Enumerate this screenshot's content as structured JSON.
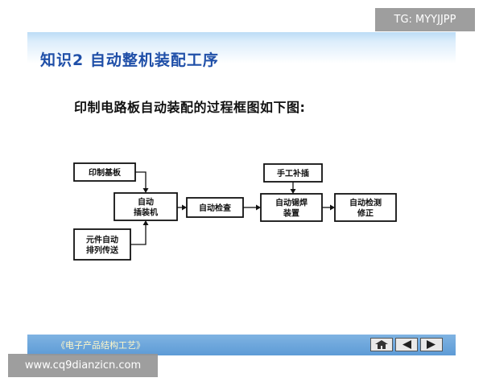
{
  "slide": {
    "title": "知识2   自动整机装配工序",
    "subtitle": "印制电路板自动装配的过程框图如下图:"
  },
  "diagram": {
    "nodes": [
      {
        "id": "pcb-base",
        "lines": [
          "印制基板"
        ]
      },
      {
        "id": "component-feed",
        "lines": [
          "元件自动",
          "排列传送"
        ]
      },
      {
        "id": "auto-insert",
        "lines": [
          "自动",
          "插装机"
        ]
      },
      {
        "id": "auto-inspect",
        "lines": [
          "自动检查"
        ]
      },
      {
        "id": "manual-insert",
        "lines": [
          "手工补插"
        ]
      },
      {
        "id": "auto-solder",
        "lines": [
          "自动锡焊",
          "装置"
        ]
      },
      {
        "id": "auto-test",
        "lines": [
          "自动检测",
          "修正"
        ]
      }
    ],
    "edges": [
      {
        "from": "pcb-base",
        "to": "auto-insert"
      },
      {
        "from": "component-feed",
        "to": "auto-insert"
      },
      {
        "from": "auto-insert",
        "to": "auto-inspect"
      },
      {
        "from": "auto-inspect",
        "to": "auto-solder"
      },
      {
        "from": "manual-insert",
        "to": "auto-solder"
      },
      {
        "from": "auto-solder",
        "to": "auto-test"
      }
    ]
  },
  "footer": {
    "course_title": "《电子产品结构工艺》",
    "nav": {
      "home_icon": "home-icon",
      "prev_icon": "triangle-left-icon",
      "next_icon": "triangle-right-icon"
    }
  },
  "watermarks": {
    "top_right": "TG: MYYJJPP",
    "bottom_left": "www.cq9dianzicn.com"
  },
  "colors": {
    "title_blue": "#1f4fa8",
    "band_light_blue": "#bcdcf6",
    "footer_blue": "#5d9bd6",
    "footer_text": "#fff7c8"
  }
}
